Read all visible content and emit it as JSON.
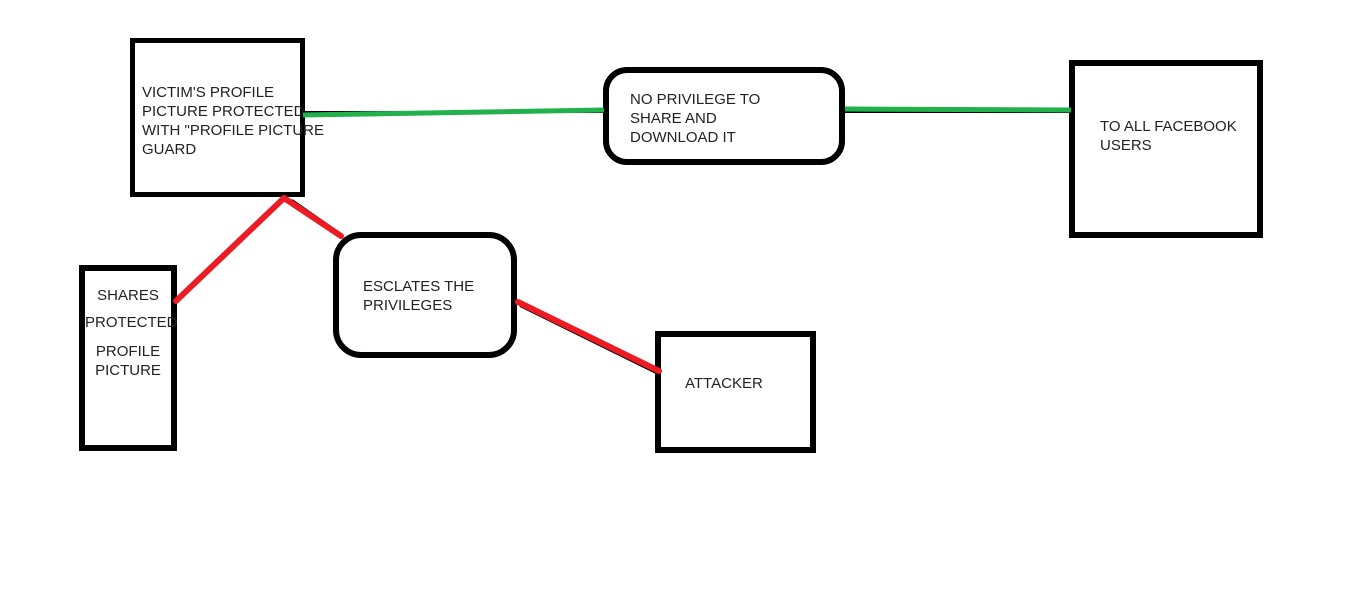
{
  "diagram": {
    "background": "#ffffff",
    "colors": {
      "box_border": "#000000",
      "text": "#222222",
      "allowed_flow_green": "#22B14C",
      "attack_flow_red": "#ED1C24",
      "thin_underlay_black": "#000000"
    },
    "nodes": [
      {
        "name": "victim-profile-guard",
        "shape": "rectangle",
        "lines": [
          "VICTIM'S PROFILE",
          "PICTURE PROTECTED",
          "WITH \"PROFILE PICTURE",
          "GUARD"
        ]
      },
      {
        "name": "no-privilege",
        "shape": "rounded-rectangle",
        "lines": [
          "NO PRIVILEGE TO",
          "SHARE AND",
          "DOWNLOAD IT"
        ]
      },
      {
        "name": "to-all-facebook-users",
        "shape": "rectangle",
        "lines": [
          "TO ALL FACEBOOK",
          "USERS"
        ]
      },
      {
        "name": "shares-protected-picture",
        "shape": "rectangle",
        "lines": [
          "SHARES",
          "PROTECTED",
          "PROFILE",
          "PICTURE"
        ]
      },
      {
        "name": "escalates-privileges",
        "shape": "rounded-rectangle",
        "lines": [
          "ESCLATES THE",
          "PRIVILEGES"
        ]
      },
      {
        "name": "attacker",
        "shape": "rectangle",
        "lines": [
          "ATTACKER"
        ]
      }
    ],
    "edges": [
      {
        "from": "victim-profile-guard",
        "to": "no-privilege",
        "color": "#22B14C",
        "underlay_color": "#000000"
      },
      {
        "from": "no-privilege",
        "to": "to-all-facebook-users",
        "color": "#22B14C",
        "underlay_color": "#000000"
      },
      {
        "from": "victim-profile-guard",
        "to": "shares-protected-picture",
        "color": "#ED1C24"
      },
      {
        "from": "victim-profile-guard",
        "to": "escalates-privileges",
        "color": "#ED1C24",
        "underlay_color": "#000000"
      },
      {
        "from": "escalates-privileges",
        "to": "attacker",
        "color": "#ED1C24",
        "underlay_color": "#000000"
      }
    ]
  }
}
